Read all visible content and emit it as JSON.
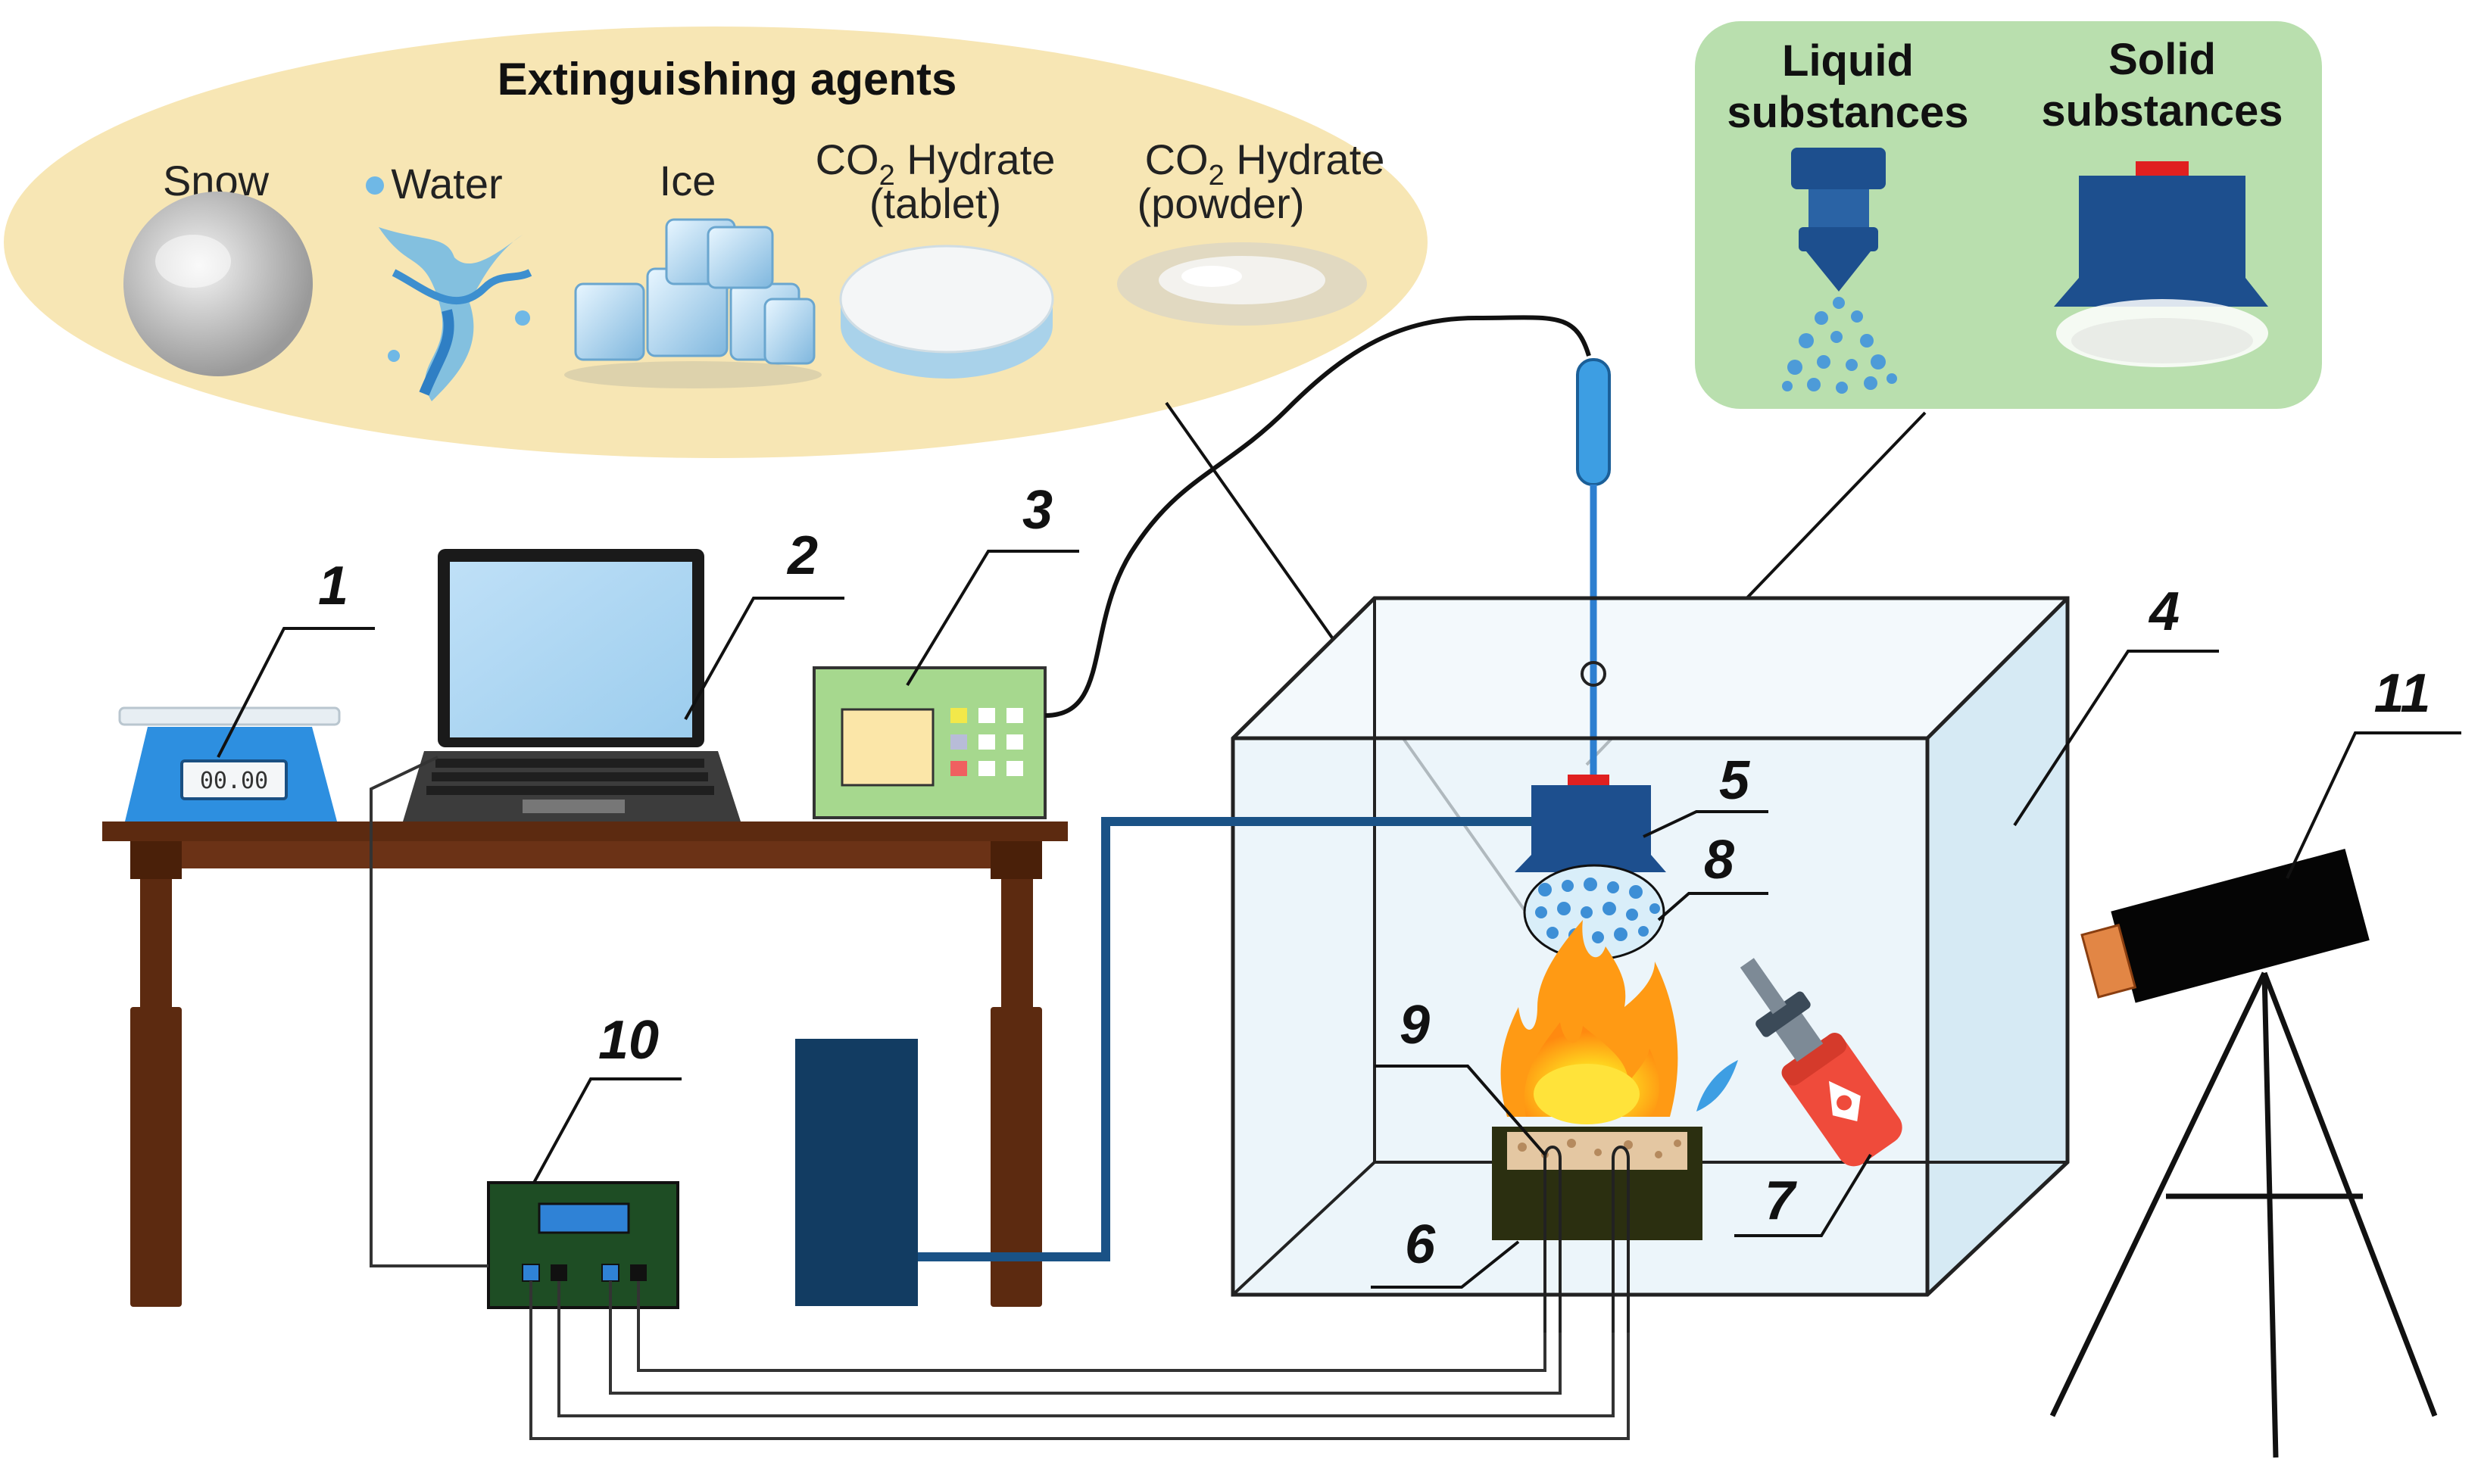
{
  "agents_panel": {
    "title": "Extinguishing agents",
    "items": [
      {
        "label": "Snow"
      },
      {
        "label": "Water"
      },
      {
        "label": "Ice"
      },
      {
        "label": "CO",
        "sub": "2",
        "rest": " Hydrate",
        "line2": "(tablet)"
      },
      {
        "label": "CO",
        "sub": "2",
        "rest": " Hydrate",
        "line2": "(powder)"
      }
    ]
  },
  "substances_panel": {
    "liquid": {
      "line1": "Liquid",
      "line2": "substances"
    },
    "solid": {
      "line1": "Solid",
      "line2": "substances"
    }
  },
  "scale_display": "00.00",
  "labels": {
    "n1": "1",
    "n2": "2",
    "n3": "3",
    "n4": "4",
    "n5": "5",
    "n6": "6",
    "n7": "7",
    "n8": "8",
    "n9": "9",
    "n10": "10",
    "n11": "11"
  },
  "colors": {
    "agents_bg": "#f7e6b4",
    "substances_bg": "#b9dfae",
    "chamber_fill": "#eef7fb",
    "device_green": "#a6d88e",
    "dark_green": "#1e4d24",
    "navy": "#123c62",
    "table_brown": "#5c2a10",
    "flame_orange": "#ff9a14",
    "flame_yellow": "#ffe33a"
  }
}
